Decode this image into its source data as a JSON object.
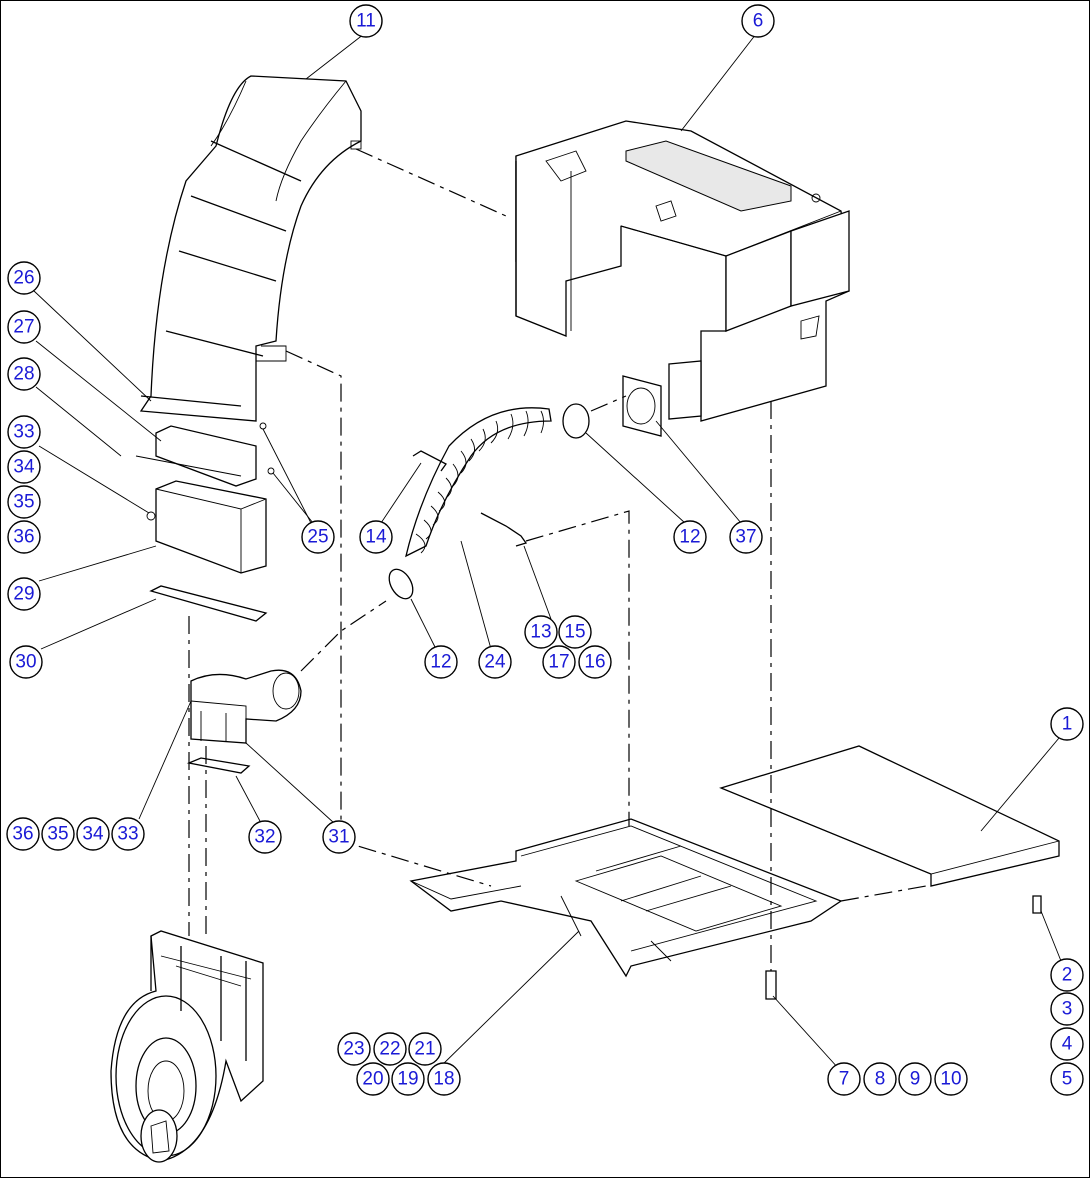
{
  "callouts": [
    {
      "id": "c1",
      "label": "1"
    },
    {
      "id": "c2",
      "label": "2"
    },
    {
      "id": "c3",
      "label": "3"
    },
    {
      "id": "c4",
      "label": "4"
    },
    {
      "id": "c5",
      "label": "5"
    },
    {
      "id": "c6",
      "label": "6"
    },
    {
      "id": "c7",
      "label": "7"
    },
    {
      "id": "c8",
      "label": "8"
    },
    {
      "id": "c9",
      "label": "9"
    },
    {
      "id": "c10",
      "label": "10"
    },
    {
      "id": "c11",
      "label": "11"
    },
    {
      "id": "c12a",
      "label": "12"
    },
    {
      "id": "c12b",
      "label": "12"
    },
    {
      "id": "c13",
      "label": "13"
    },
    {
      "id": "c14",
      "label": "14"
    },
    {
      "id": "c15",
      "label": "15"
    },
    {
      "id": "c16",
      "label": "16"
    },
    {
      "id": "c17",
      "label": "17"
    },
    {
      "id": "c18",
      "label": "18"
    },
    {
      "id": "c19",
      "label": "19"
    },
    {
      "id": "c20",
      "label": "20"
    },
    {
      "id": "c21",
      "label": "21"
    },
    {
      "id": "c22",
      "label": "22"
    },
    {
      "id": "c23",
      "label": "23"
    },
    {
      "id": "c24",
      "label": "24"
    },
    {
      "id": "c25",
      "label": "25"
    },
    {
      "id": "c26",
      "label": "26"
    },
    {
      "id": "c27",
      "label": "27"
    },
    {
      "id": "c28",
      "label": "28"
    },
    {
      "id": "c29",
      "label": "29"
    },
    {
      "id": "c30",
      "label": "30"
    },
    {
      "id": "c31",
      "label": "31"
    },
    {
      "id": "c32",
      "label": "32"
    },
    {
      "id": "c33a",
      "label": "33"
    },
    {
      "id": "c34a",
      "label": "34"
    },
    {
      "id": "c35a",
      "label": "35"
    },
    {
      "id": "c36a",
      "label": "36"
    },
    {
      "id": "c33b",
      "label": "33"
    },
    {
      "id": "c34b",
      "label": "34"
    },
    {
      "id": "c35b",
      "label": "35"
    },
    {
      "id": "c36b",
      "label": "36"
    },
    {
      "id": "c37",
      "label": "37"
    }
  ]
}
